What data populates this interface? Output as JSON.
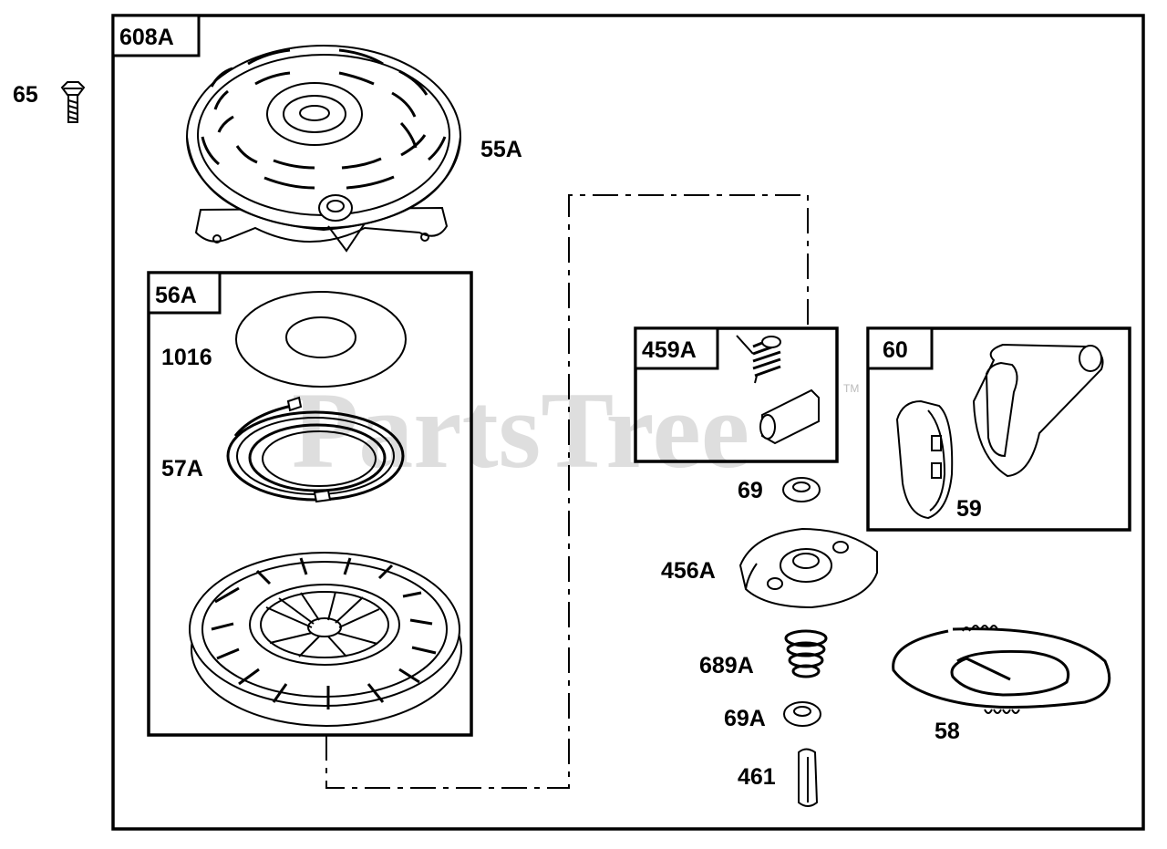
{
  "watermark": {
    "text": "PartsTree",
    "tm": "TM"
  },
  "callouts": {
    "c65": "65",
    "c55a": "55A",
    "c1016": "1016",
    "c57a": "57A",
    "c69": "69",
    "c456a": "456A",
    "c689a": "689A",
    "c69a": "69A",
    "c461": "461",
    "c58": "58",
    "c59": "59"
  },
  "boxes": {
    "b608a": "608A",
    "b56a": "56A",
    "b459a": "459A",
    "b60": "60"
  }
}
